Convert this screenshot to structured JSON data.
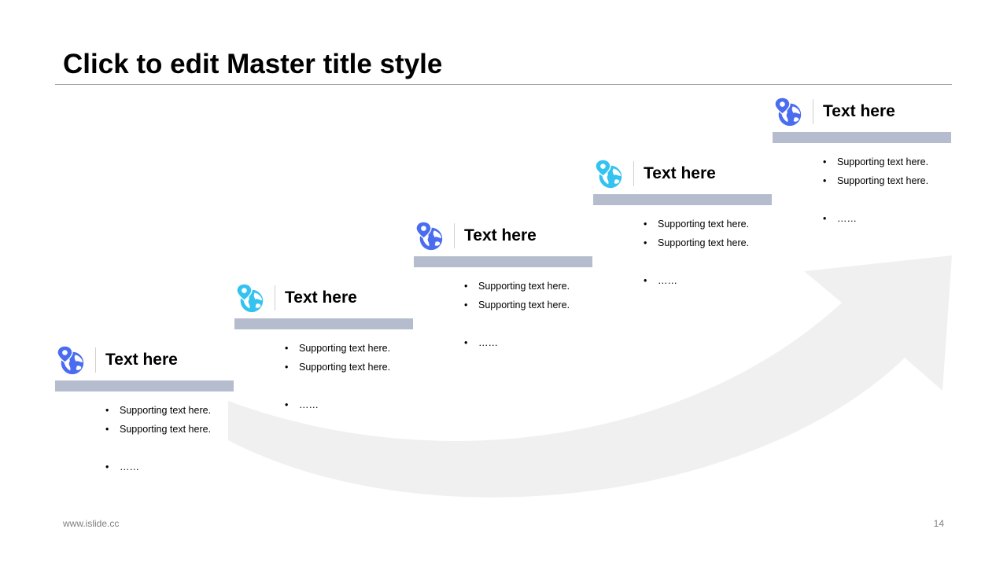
{
  "slide": {
    "title": "Click to edit Master title style",
    "footer_url": "www.islide.cc",
    "page_number": "14"
  },
  "colors": {
    "bar": "#b4bccd",
    "icon_blue": "#4a6cf0",
    "icon_cyan": "#34c3f0",
    "arrow": "#ececec"
  },
  "steps": [
    {
      "icon": "globe-pin-icon",
      "icon_color": "#4a6cf0",
      "heading": "Text here",
      "bullets": [
        "Supporting text here.",
        "Supporting text here.",
        "……"
      ]
    },
    {
      "icon": "globe-pin-icon",
      "icon_color": "#34c3f0",
      "heading": "Text here",
      "bullets": [
        "Supporting text here.",
        "Supporting text here.",
        "……"
      ]
    },
    {
      "icon": "globe-pin-icon",
      "icon_color": "#4a6cf0",
      "heading": "Text here",
      "bullets": [
        "Supporting text here.",
        "Supporting text here.",
        "……"
      ]
    },
    {
      "icon": "globe-pin-icon",
      "icon_color": "#34c3f0",
      "heading": "Text here",
      "bullets": [
        "Supporting text here.",
        "Supporting text here.",
        "……"
      ]
    },
    {
      "icon": "globe-pin-icon",
      "icon_color": "#4a6cf0",
      "heading": "Text here",
      "bullets": [
        "Supporting text here.",
        "Supporting text here.",
        "……"
      ]
    }
  ]
}
